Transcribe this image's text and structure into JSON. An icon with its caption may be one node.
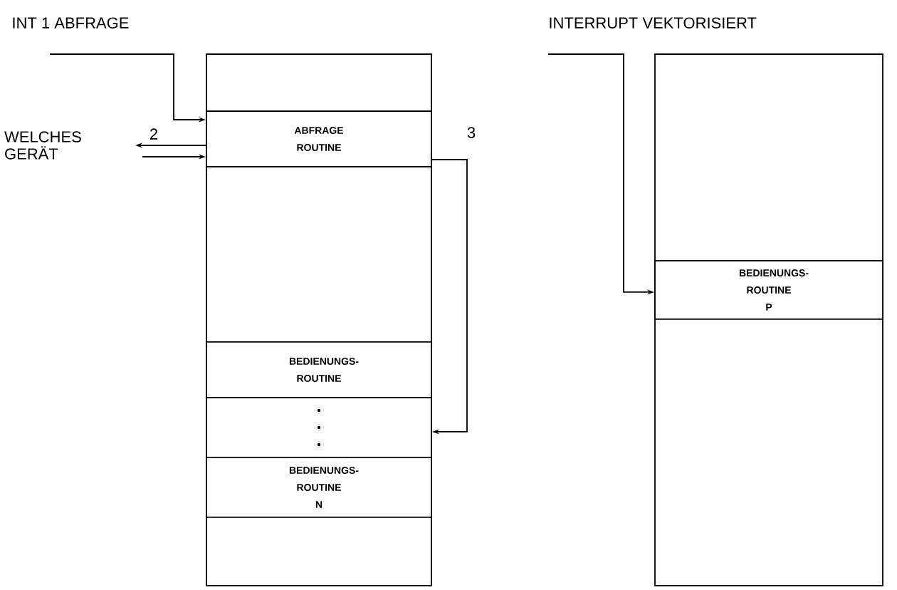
{
  "diagram": {
    "nodes": [
      {
        "text": [],
        "shape": "box"
      },
      {
        "text": [
          "ABFRAGE ROUTINE"
        ],
        "in": 0
      },
      {
        "text": [
          "BEDIENUNGS- ROUTINE"
        ],
        "in": 0
      },
      {
        "text": [],
        "shape": "box",
        "in": 0
      },
      {
        "text": [
          "BEDIENUNGS- ROUTINE N"
        ],
        "in": 0
      },
      {
        "text": [
          "WELCHES GERÄT"
        ]
      },
      {
        "text": [],
        "shape": "box"
      },
      {
        "text": [
          "BEDIENUNGS- ROUTINE P"
        ],
        "in": 6
      }
    ],
    "edges": [
      {
        "from": null,
        "to": 1,
        "arrow": "to"
      },
      {
        "from": 1,
        "to": 5,
        "arrow": "to",
        "label": "2"
      },
      {
        "from": 5,
        "to": 1,
        "arrow": "to"
      },
      {
        "from": 1,
        "to": 3,
        "arrow": "to",
        "label": "3"
      },
      {
        "from": null,
        "to": 7,
        "arrow": "to"
      }
    ],
    "labels": [
      "INT 1 ABFRAGE",
      "INTERRUPT VEKTORISIERT"
    ]
  }
}
